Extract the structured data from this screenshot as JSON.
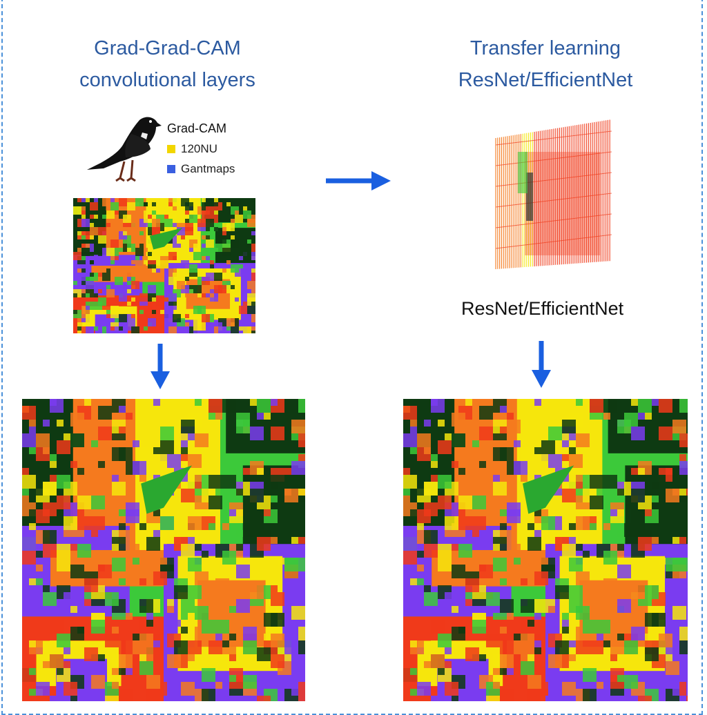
{
  "left_panel": {
    "title_line1": "Grad-Grad-CAM",
    "title_line2": "convolutional layers"
  },
  "right_panel": {
    "title_line1": "Transfer learning",
    "title_line2": "ResNet/EfficientNet",
    "model_label": "ResNet/EfficientNet"
  },
  "legend": {
    "title": "Grad-CAM",
    "items": [
      {
        "label": "120NU",
        "color": "#f2d600"
      },
      {
        "label": "Gantmaps",
        "color": "#3a5fe0"
      }
    ]
  },
  "colors": {
    "title_text": "#2c5aa0",
    "arrow": "#1a5fe0",
    "heat_red": "#f03a1a",
    "heat_orange": "#f57a1e",
    "heat_yellow": "#f6e60c",
    "heat_green": "#3cc93a",
    "heat_dark_green": "#0e3a12",
    "heat_purple": "#7a3cf0",
    "heat_blue": "#4a64e6"
  },
  "icons": [
    "bird-icon",
    "arrow-right-icon",
    "arrow-down-icon",
    "layer-stack-icon"
  ]
}
